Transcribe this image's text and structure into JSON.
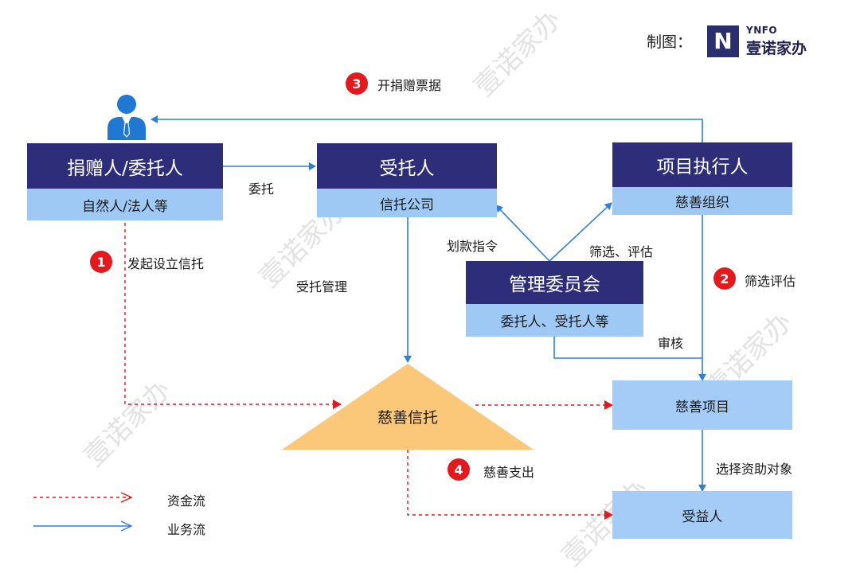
{
  "header": {
    "credit_label": "制图：",
    "logo_mark": "N",
    "logo_en": "YNFO",
    "logo_cn": "壹诺家办"
  },
  "nodes": {
    "donor": {
      "title": "捐赠人/委托人",
      "sub": "自然人/法人等"
    },
    "trustee": {
      "title": "受托人",
      "sub": "信托公司"
    },
    "executor": {
      "title": "项目执行人",
      "sub": "慈善组织"
    },
    "committee": {
      "title": "管理委员会",
      "sub": "委托人、受托人等"
    },
    "trust": {
      "title": "慈善信托"
    },
    "project": {
      "title": "慈善项目"
    },
    "beneficiary": {
      "title": "受益人"
    }
  },
  "edge_labels": {
    "entrust": "委托",
    "initiate": "发起设立信托",
    "trustee_manage": "受托管理",
    "transfer_instruction": "划款指令",
    "screen_evaluate_small": "筛选、评估",
    "screen_evaluate": "筛选评估",
    "audit": "审核",
    "select_recipients": "选择资助对象",
    "donation_receipt": "开捐赠票据",
    "charity_expense": "慈善支出"
  },
  "badges": [
    "1",
    "2",
    "3",
    "4"
  ],
  "legend": {
    "fund_flow": "资金流",
    "business_flow": "业务流"
  },
  "watermark": "壹诺家办",
  "colors": {
    "navy": "#2e2d7a",
    "light_blue": "#9fc9f5",
    "orange": "#fbc87a",
    "red": "#e3191e",
    "blue_line": "#2f7fd8"
  }
}
